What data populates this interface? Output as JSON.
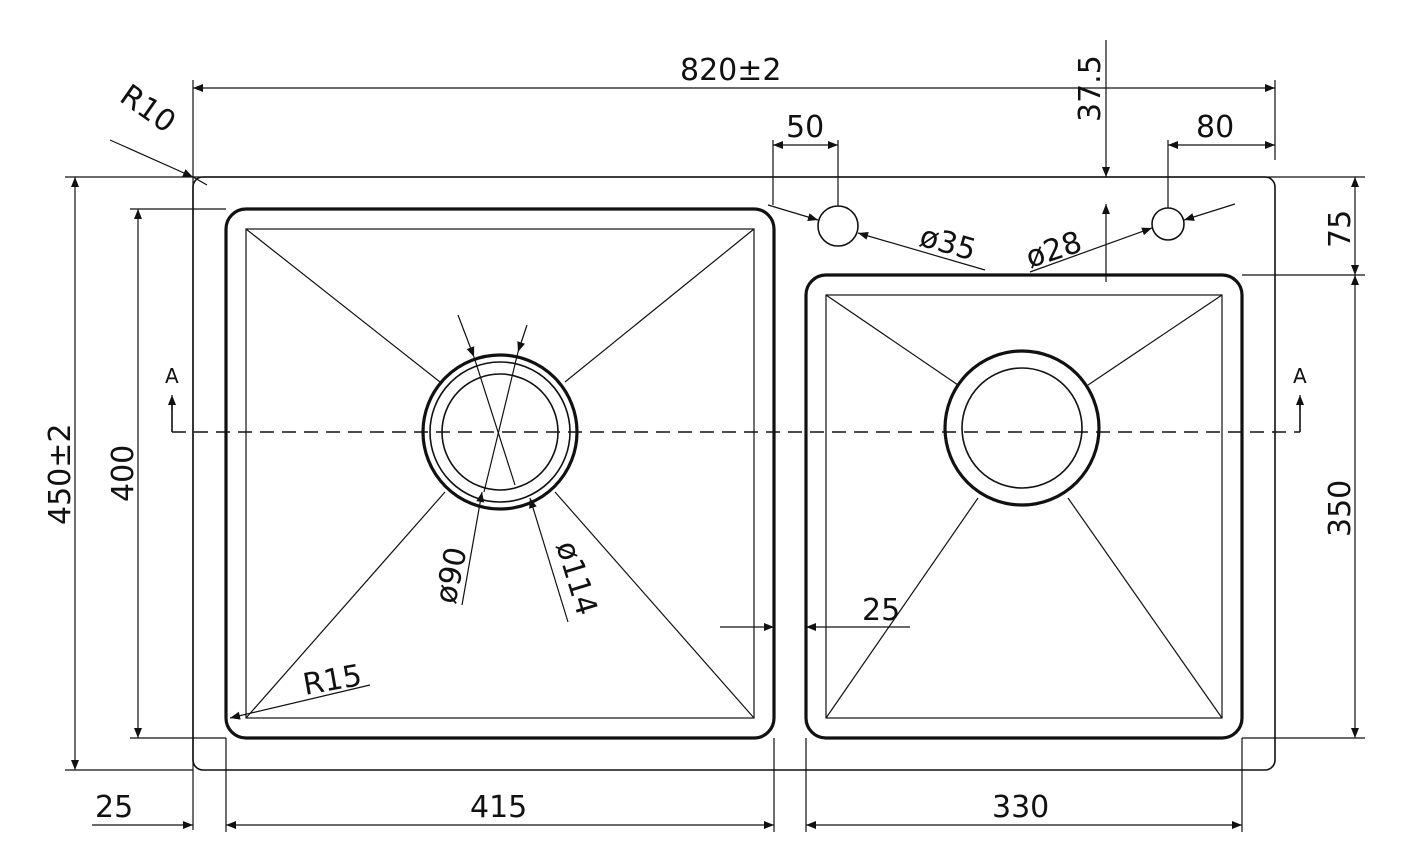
{
  "drawing": {
    "overall_width": "820±2",
    "overall_depth": "450±2",
    "corner_radius": "R10",
    "left_bowl_depth": "400",
    "right_bowl_depth": "350",
    "right_bowl_offset": "75",
    "tap_hole_offset_left": "50",
    "tap_hole_offset_right": "80",
    "tap_hole_offset_top": "37.5",
    "tap_hole_left_dia": "ø35",
    "tap_hole_right_dia": "ø28",
    "drain_inner_dia": "ø90",
    "drain_outer_dia": "ø114",
    "bowl_corner_radius": "R15",
    "bowl_gap": "25",
    "left_margin": "25",
    "left_bowl_width": "415",
    "right_bowl_width": "330",
    "section_label_left": "A",
    "section_label_right": "A"
  }
}
